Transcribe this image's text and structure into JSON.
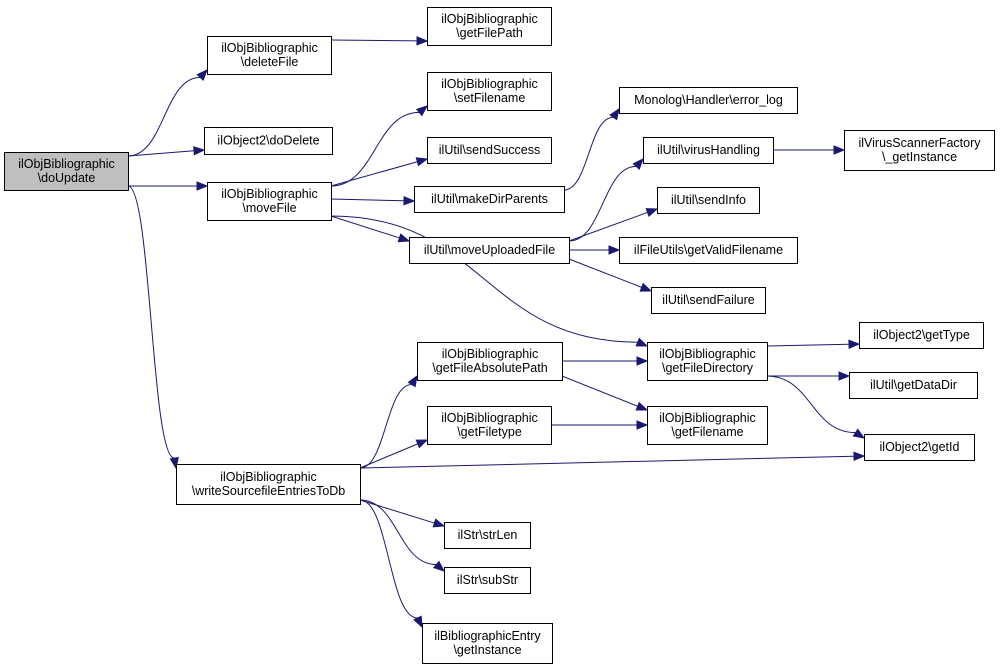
{
  "graph": {
    "nodes": [
      {
        "id": "doUpdate",
        "lines": [
          "ilObjBibliographic",
          "\\doUpdate"
        ],
        "root": true
      },
      {
        "id": "deleteFile",
        "lines": [
          "ilObjBibliographic",
          "\\deleteFile"
        ]
      },
      {
        "id": "doDelete",
        "lines": [
          "ilObject2\\doDelete"
        ]
      },
      {
        "id": "moveFile",
        "lines": [
          "ilObjBibliographic",
          "\\moveFile"
        ]
      },
      {
        "id": "writeSource",
        "lines": [
          "ilObjBibliographic",
          "\\writeSourcefileEntriesToDb"
        ]
      },
      {
        "id": "getFilePath",
        "lines": [
          "ilObjBibliographic",
          "\\getFilePath"
        ]
      },
      {
        "id": "setFilename",
        "lines": [
          "ilObjBibliographic",
          "\\setFilename"
        ]
      },
      {
        "id": "sendSuccess",
        "lines": [
          "ilUtil\\sendSuccess"
        ]
      },
      {
        "id": "makeDirParents",
        "lines": [
          "ilUtil\\makeDirParents"
        ]
      },
      {
        "id": "moveUploaded",
        "lines": [
          "ilUtil\\moveUploadedFile"
        ]
      },
      {
        "id": "errorLog",
        "lines": [
          "Monolog\\Handler\\error_log"
        ]
      },
      {
        "id": "virusHandling",
        "lines": [
          "ilUtil\\virusHandling"
        ]
      },
      {
        "id": "virusScanner",
        "lines": [
          "ilVirusScannerFactory",
          "\\_getInstance"
        ]
      },
      {
        "id": "sendInfo",
        "lines": [
          "ilUtil\\sendInfo"
        ]
      },
      {
        "id": "validFilename",
        "lines": [
          "ilFileUtils\\getValidFilename"
        ]
      },
      {
        "id": "sendFailure",
        "lines": [
          "ilUtil\\sendFailure"
        ]
      },
      {
        "id": "absPath",
        "lines": [
          "ilObjBibliographic",
          "\\getFileAbsolutePath"
        ]
      },
      {
        "id": "fileDir",
        "lines": [
          "ilObjBibliographic",
          "\\getFileDirectory"
        ]
      },
      {
        "id": "getType",
        "lines": [
          "ilObject2\\getType"
        ]
      },
      {
        "id": "dataDir",
        "lines": [
          "ilUtil\\getDataDir"
        ]
      },
      {
        "id": "filetype",
        "lines": [
          "ilObjBibliographic",
          "\\getFiletype"
        ]
      },
      {
        "id": "getFilename",
        "lines": [
          "ilObjBibliographic",
          "\\getFilename"
        ]
      },
      {
        "id": "getId",
        "lines": [
          "ilObject2\\getId"
        ]
      },
      {
        "id": "strLen",
        "lines": [
          "ilStr\\strLen"
        ]
      },
      {
        "id": "subStr",
        "lines": [
          "ilStr\\subStr"
        ]
      },
      {
        "id": "bibEntry",
        "lines": [
          "ilBibliographicEntry",
          "\\getInstance"
        ]
      }
    ],
    "edges": [
      {
        "from": "doUpdate",
        "to": "deleteFile"
      },
      {
        "from": "doUpdate",
        "to": "doDelete"
      },
      {
        "from": "doUpdate",
        "to": "moveFile"
      },
      {
        "from": "doUpdate",
        "to": "writeSource"
      },
      {
        "from": "deleteFile",
        "to": "getFilePath"
      },
      {
        "from": "moveFile",
        "to": "setFilename"
      },
      {
        "from": "moveFile",
        "to": "sendSuccess"
      },
      {
        "from": "moveFile",
        "to": "makeDirParents"
      },
      {
        "from": "moveFile",
        "to": "moveUploaded"
      },
      {
        "from": "moveFile",
        "to": "fileDir"
      },
      {
        "from": "makeDirParents",
        "to": "errorLog"
      },
      {
        "from": "moveUploaded",
        "to": "virusHandling"
      },
      {
        "from": "moveUploaded",
        "to": "sendInfo"
      },
      {
        "from": "moveUploaded",
        "to": "validFilename"
      },
      {
        "from": "moveUploaded",
        "to": "sendFailure"
      },
      {
        "from": "virusHandling",
        "to": "virusScanner"
      },
      {
        "from": "writeSource",
        "to": "absPath"
      },
      {
        "from": "writeSource",
        "to": "filetype"
      },
      {
        "from": "writeSource",
        "to": "getId"
      },
      {
        "from": "writeSource",
        "to": "strLen"
      },
      {
        "from": "writeSource",
        "to": "subStr"
      },
      {
        "from": "writeSource",
        "to": "bibEntry"
      },
      {
        "from": "absPath",
        "to": "fileDir"
      },
      {
        "from": "absPath",
        "to": "getFilename"
      },
      {
        "from": "filetype",
        "to": "getFilename"
      },
      {
        "from": "fileDir",
        "to": "getType"
      },
      {
        "from": "fileDir",
        "to": "dataDir"
      },
      {
        "from": "fileDir",
        "to": "getId"
      }
    ]
  }
}
